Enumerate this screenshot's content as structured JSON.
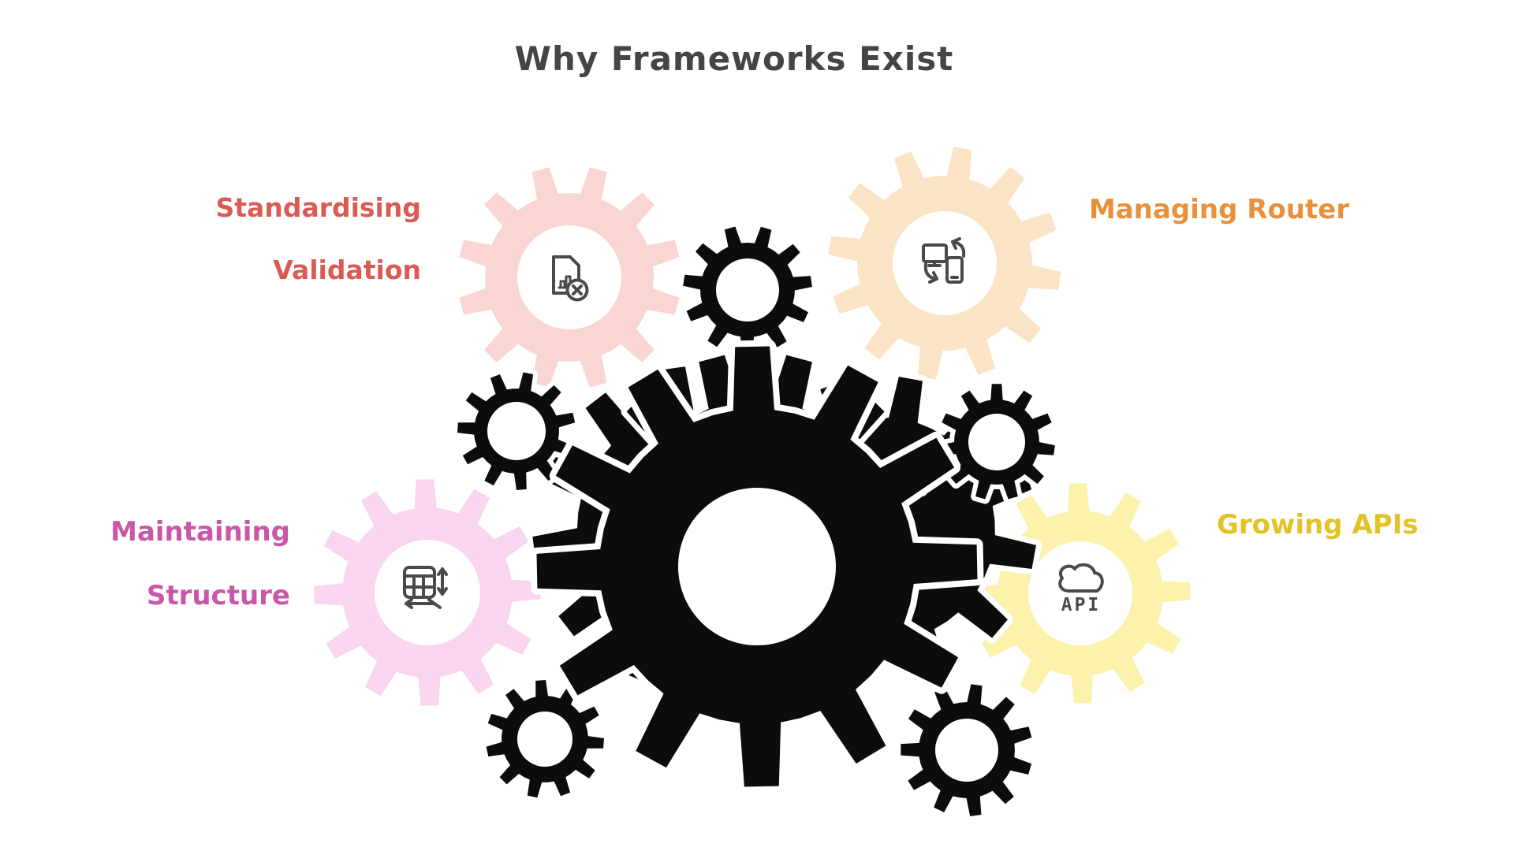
{
  "title": {
    "text": "Why Frameworks Exist",
    "color": "#454545"
  },
  "labels": {
    "validation": {
      "line1": "Standardising",
      "line2": "Validation",
      "color": "#d95b54"
    },
    "router": {
      "text": "Managing Router",
      "color": "#e8913c"
    },
    "structure": {
      "line1": "Maintaining",
      "line2": "Structure",
      "color": "#c957a7"
    },
    "apis": {
      "text": "Growing APIs",
      "color": "#e2c327"
    }
  },
  "colors": {
    "background": "#ffffff",
    "validation_gear": "#f9d6d2",
    "router_gear": "#fbe4c6",
    "structure_gear": "#f9d5ef",
    "apis_gear": "#fcf2ac",
    "machine_gear": "#0c0c0c",
    "icon_stroke": "#4a4a4a"
  },
  "icons": {
    "validation": "document-chart-x-icon",
    "router": "devices-sync-icon",
    "structure": "table-resize-icon",
    "apis": "cloud-api-icon",
    "api_label": "API"
  }
}
